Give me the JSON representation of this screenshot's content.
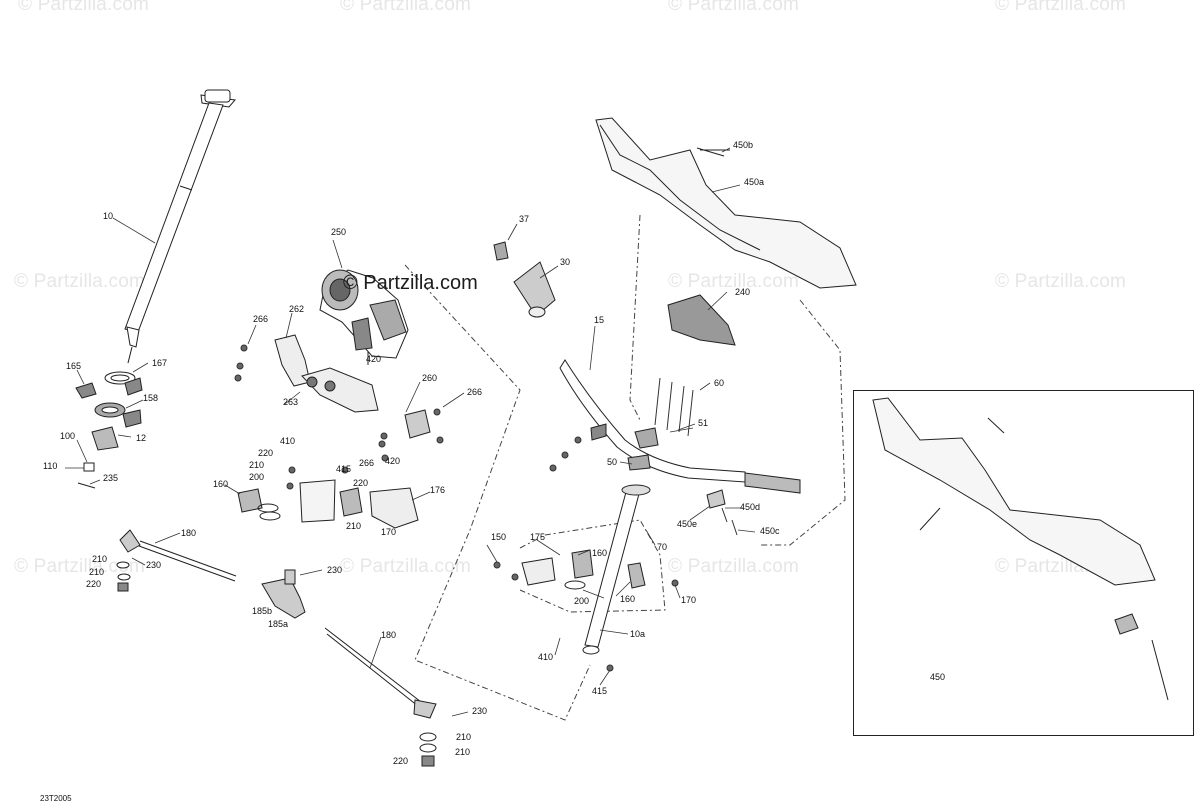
{
  "watermark_text": "© Partzilla.com",
  "brand_overlay": "© Partzilla.com",
  "diagram_code": "23T2005",
  "part_labels": {
    "p10": "10",
    "p10a": "10a",
    "p12": "12",
    "p15": "15",
    "p30": "30",
    "p37": "37",
    "p50": "50",
    "p51": "51",
    "p60": "60",
    "p70": "70",
    "p100": "100",
    "p110": "110",
    "p150": "150",
    "p158": "158",
    "p160a": "160",
    "p160b": "160",
    "p160c": "160",
    "p165": "165",
    "p167": "167",
    "p170a": "170",
    "p170b": "170",
    "p175": "175",
    "p176": "176",
    "p180a": "180",
    "p180b": "180",
    "p185a": "185a",
    "p185b": "185b",
    "p200a": "200",
    "p200b": "200",
    "p210a": "210",
    "p210b": "210",
    "p210c": "210",
    "p210d": "210",
    "p210e": "210",
    "p210f": "210",
    "p220a": "220",
    "p220b": "220",
    "p220c": "220",
    "p220d": "220",
    "p230a": "230",
    "p230b": "230",
    "p230c": "230",
    "p235": "235",
    "p240": "240",
    "p250": "250",
    "p260": "260",
    "p262": "262",
    "p263": "263",
    "p266a": "266",
    "p266b": "266",
    "p266c": "266",
    "p410a": "410",
    "p410b": "410",
    "p415a": "415",
    "p415b": "415",
    "p420a": "420",
    "p420b": "420",
    "p450": "450",
    "p450a": "450a",
    "p450b": "450b",
    "p450c": "450c",
    "p450d": "450d",
    "p450e": "450e"
  }
}
